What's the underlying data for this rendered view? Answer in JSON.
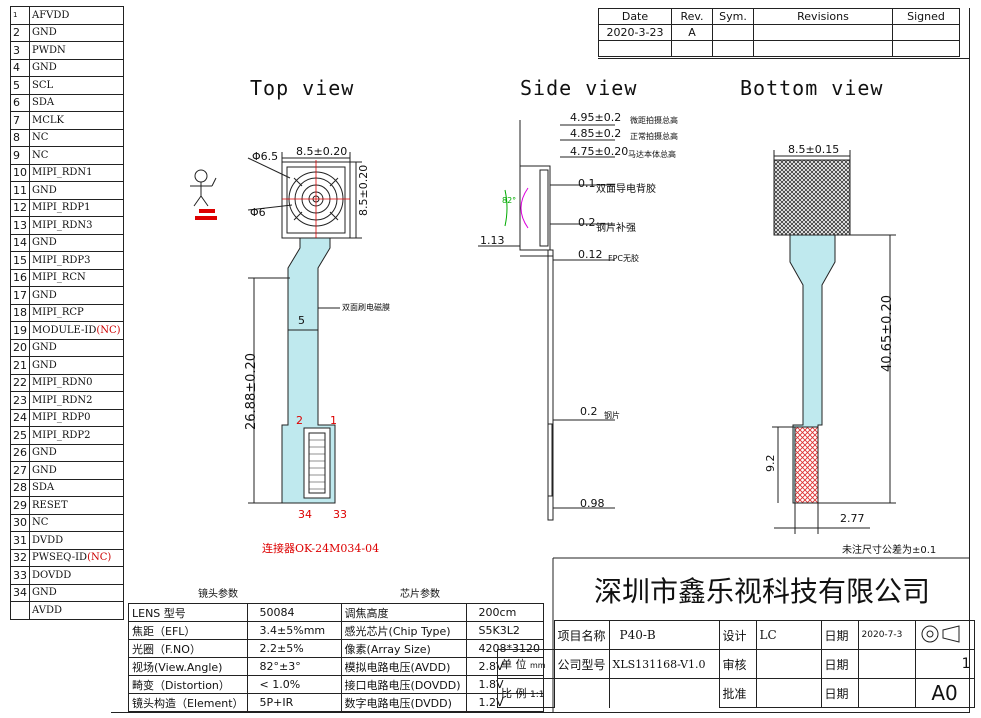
{
  "pins": [
    {
      "num": "1",
      "sig": "AFVDD"
    },
    {
      "num": "2",
      "sig": "GND"
    },
    {
      "num": "3",
      "sig": "PWDN"
    },
    {
      "num": "4",
      "sig": "GND"
    },
    {
      "num": "5",
      "sig": "SCL"
    },
    {
      "num": "6",
      "sig": "SDA"
    },
    {
      "num": "7",
      "sig": "MCLK"
    },
    {
      "num": "8",
      "sig": "NC"
    },
    {
      "num": "9",
      "sig": "NC"
    },
    {
      "num": "10",
      "sig": "MIPI_RDN1"
    },
    {
      "num": "11",
      "sig": "GND"
    },
    {
      "num": "12",
      "sig": "MIPI_RDP1"
    },
    {
      "num": "13",
      "sig": "MIPI_RDN3"
    },
    {
      "num": "14",
      "sig": "GND"
    },
    {
      "num": "15",
      "sig": "MIPI_RDP3"
    },
    {
      "num": "16",
      "sig": "MIPI_RCN"
    },
    {
      "num": "17",
      "sig": "GND"
    },
    {
      "num": "18",
      "sig": "MIPI_RCP",
      "note": ""
    },
    {
      "num": "19",
      "sig": "MODULE-ID",
      "note": "(NC)"
    },
    {
      "num": "20",
      "sig": "GND"
    },
    {
      "num": "21",
      "sig": "GND"
    },
    {
      "num": "22",
      "sig": "MIPI_RDN0"
    },
    {
      "num": "23",
      "sig": "MIPI_RDN2"
    },
    {
      "num": "24",
      "sig": "MIPI_RDP0"
    },
    {
      "num": "25",
      "sig": "MIPI_RDP2"
    },
    {
      "num": "26",
      "sig": "GND"
    },
    {
      "num": "27",
      "sig": "GND"
    },
    {
      "num": "28",
      "sig": "SDA"
    },
    {
      "num": "29",
      "sig": "RESET"
    },
    {
      "num": "30",
      "sig": "NC"
    },
    {
      "num": "31",
      "sig": "DVDD"
    },
    {
      "num": "32",
      "sig": "PWSEQ-ID",
      "note": "(NC)"
    },
    {
      "num": "33",
      "sig": "DOVDD"
    },
    {
      "num": "34",
      "sig": "GND"
    },
    {
      "num": "",
      "sig": "AVDD"
    }
  ],
  "revision": {
    "headers": [
      "Date",
      "Rev.",
      "Sym.",
      "Revisions",
      "Signed"
    ],
    "row": [
      "2020-3-23",
      "A",
      "",
      "",
      ""
    ]
  },
  "views": {
    "top": "Top view",
    "side": "Side view",
    "bottom": "Bottom view"
  },
  "top_dims": {
    "width": "8.5±0.20",
    "height": "8.5±0.20",
    "d1": "Φ6.5",
    "d2": "Φ6",
    "fpc_width": "5",
    "fpc_len": "26.88±0.20",
    "stiff_note": "双面刷电磁膜",
    "pin1": "1",
    "pin2": "2",
    "pin34": "34",
    "pin33": "33",
    "connector": "连接器OK-24M034-04"
  },
  "side_dims": {
    "h1": "4.95±0.2",
    "h1_note": "微距拍摄总高",
    "h2": "4.85±0.2",
    "h2_note": "正常拍摄总高",
    "h3": "4.75±0.20",
    "h3_note": "马达本体总高",
    "t1": "0.1",
    "t1_note": "双面导电背胶",
    "t2": "0.2",
    "t2_note": "钢片补强",
    "t3": "0.12",
    "t3_note": "FPC无胶",
    "t4": "0.2",
    "t4_note": "钢片",
    "offset": "1.13",
    "angle": "82°",
    "bottom": "0.98"
  },
  "bottom_dims": {
    "width": "8.5±0.15",
    "length": "40.65±0.20",
    "pad_h": "9.2",
    "pad_w": "2.77",
    "tol_note": "未注尺寸公差为±0.1"
  },
  "lens_params": {
    "title": "镜头参数",
    "rows": [
      {
        "k": "LENS 型号",
        "v": "50084"
      },
      {
        "k": "焦距（EFL）",
        "v": "3.4±5%mm"
      },
      {
        "k": "光圈（F.NO）",
        "v": "2.2±5%"
      },
      {
        "k": "视场(View.Angle)",
        "v": "82°±3°"
      },
      {
        "k": "畸变（Distortion）",
        "v": "< 1.0%"
      },
      {
        "k": "镜头构造（Element）",
        "v": "5P+IR"
      }
    ]
  },
  "chip_params": {
    "title": "芯片参数",
    "rows": [
      {
        "k": "调焦高度",
        "v": "200cm"
      },
      {
        "k": "感光芯片(Chip Type)",
        "v": "S5K3L2"
      },
      {
        "k": "像素(Array Size)",
        "v": "4208*3120"
      },
      {
        "k": "模拟电路电压(AVDD)",
        "v": "2.8V"
      },
      {
        "k": "接口电路电压(DOVDD)",
        "v": "1.8V"
      },
      {
        "k": "数字电路电压(DVDD)",
        "v": "1.2V"
      }
    ]
  },
  "title_block": {
    "company": "深圳市鑫乐视科技有限公司",
    "project_label": "项目名称",
    "project": "P40-B",
    "design_label": "设计",
    "designer": "LC",
    "date_label": "日期",
    "date": "2020-7-3",
    "unit_label": "单 位",
    "unit": "mm",
    "model_label": "公司型号",
    "model": "XLS131168-V1.0",
    "check_label": "审核",
    "date2_label": "日期",
    "sheet": "1",
    "scale_label": "比 例",
    "scale": "1:1",
    "approve_label": "批准",
    "date3_label": "日期",
    "size": "A0"
  }
}
